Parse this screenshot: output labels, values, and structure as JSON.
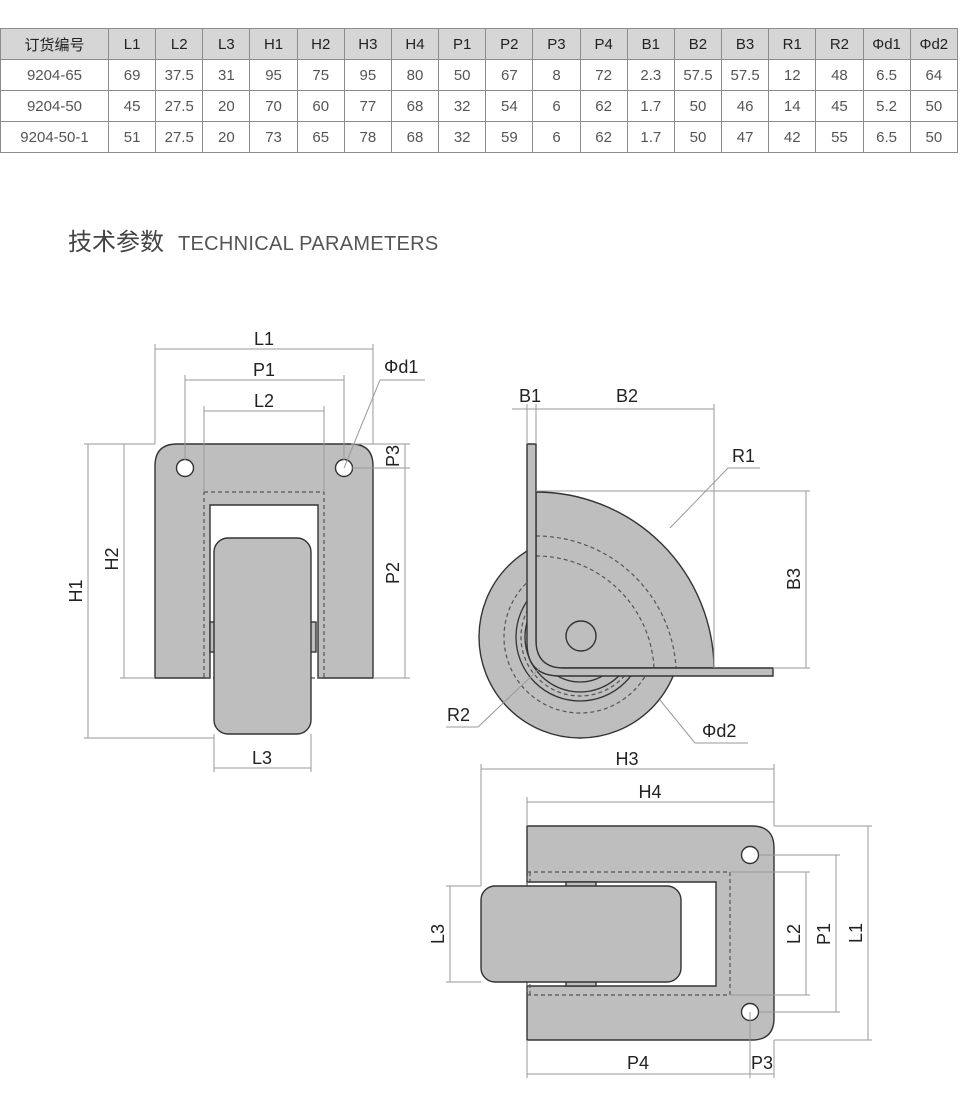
{
  "spec_table": {
    "headers": [
      "订货编号",
      "L1",
      "L2",
      "L3",
      "H1",
      "H2",
      "H3",
      "H4",
      "P1",
      "P2",
      "P3",
      "P4",
      "B1",
      "B2",
      "B3",
      "R1",
      "R2",
      "Φd1",
      "Φd2"
    ],
    "rows": [
      [
        "9204-65",
        "69",
        "37.5",
        "31",
        "95",
        "75",
        "95",
        "80",
        "50",
        "67",
        "8",
        "72",
        "2.3",
        "57.5",
        "57.5",
        "12",
        "48",
        "6.5",
        "64"
      ],
      [
        "9204-50",
        "45",
        "27.5",
        "20",
        "70",
        "60",
        "77",
        "68",
        "32",
        "54",
        "6",
        "62",
        "1.7",
        "50",
        "46",
        "14",
        "45",
        "5.2",
        "50"
      ],
      [
        "9204-50-1",
        "51",
        "27.5",
        "20",
        "73",
        "65",
        "78",
        "68",
        "32",
        "59",
        "6",
        "62",
        "1.7",
        "50",
        "47",
        "42",
        "55",
        "6.5",
        "50"
      ]
    ]
  },
  "section_title": {
    "cn": "技术参数",
    "en": "TECHNICAL PARAMETERS"
  },
  "labels": {
    "L1": "L1",
    "L2": "L2",
    "L3": "L3",
    "P1": "P1",
    "P2": "P2",
    "P3": "P3",
    "P4": "P4",
    "H1": "H1",
    "H2": "H2",
    "H3": "H3",
    "H4": "H4",
    "B1": "B1",
    "B2": "B2",
    "B3": "B3",
    "R1": "R1",
    "R2": "R2",
    "d1": "Φd1",
    "d2": "Φd2"
  },
  "colors": {
    "part_fill": "#bebebe",
    "header_fill": "#d6d6d6"
  }
}
